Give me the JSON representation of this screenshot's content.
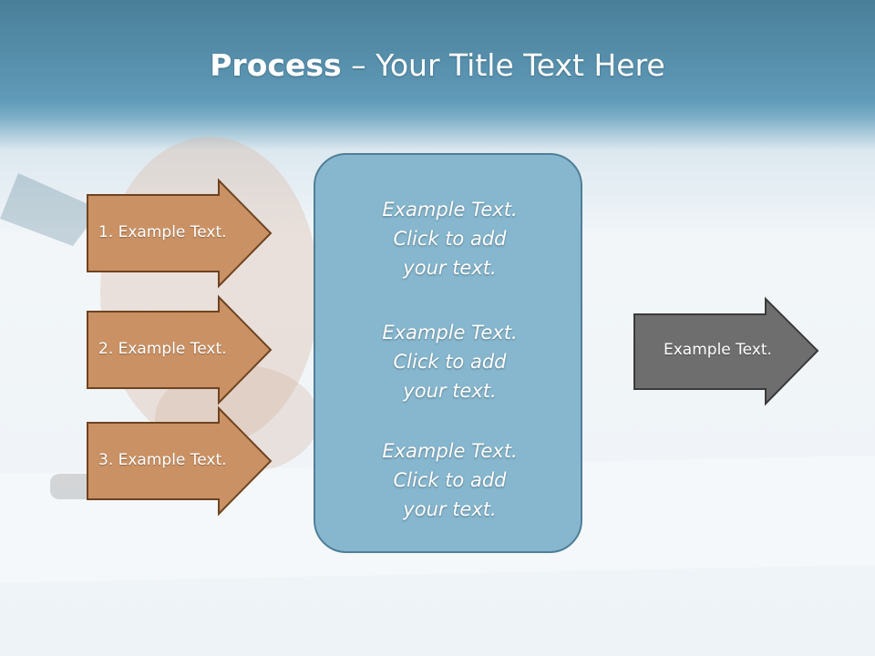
{
  "title": {
    "bold": "Process",
    "rest": " – Your Title Text Here"
  },
  "left_arrows": [
    {
      "label": "1. Example Text."
    },
    {
      "label": "2. Example Text."
    },
    {
      "label": "3. Example Text."
    }
  ],
  "center_blocks": [
    {
      "line1": "Example Text.",
      "line2": "Click  to add",
      "line3": "your text."
    },
    {
      "line1": "Example Text.",
      "line2": "Click  to add",
      "line3": "your text."
    },
    {
      "line1": "Example Text.",
      "line2": "Click  to add",
      "line3": "your text."
    }
  ],
  "right_arrow": {
    "label": "Example Text."
  },
  "colors": {
    "left_arrow_fill": "#c99164",
    "left_arrow_border": "#6e4320",
    "center_fill": "#86b7cf",
    "right_arrow_fill": "#6e6e6e"
  }
}
